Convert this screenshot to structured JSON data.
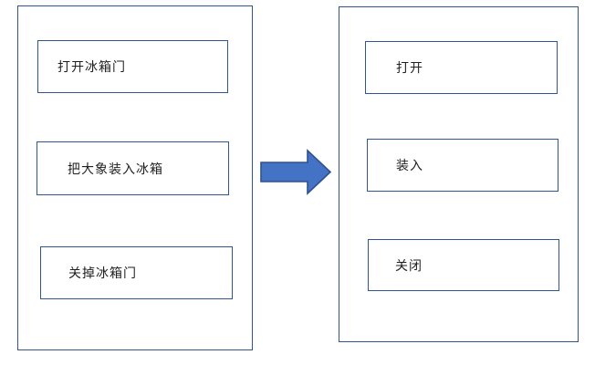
{
  "diagram": {
    "title": "elephant-in-fridge-abstraction-flowchart",
    "left_panel": {
      "items": [
        {
          "label": "打开冰箱门"
        },
        {
          "label": "把大象装入冰箱"
        },
        {
          "label": "关掉冰箱门"
        }
      ]
    },
    "right_panel": {
      "items": [
        {
          "label": "打开"
        },
        {
          "label": "装入"
        },
        {
          "label": "关闭"
        }
      ]
    },
    "arrow": {
      "direction": "right"
    },
    "colors": {
      "box_border": "#2f5597",
      "arrow_fill": "#4472c4",
      "arrow_border": "#2f528f",
      "text": "#1f1f1f",
      "background": "#ffffff"
    }
  }
}
